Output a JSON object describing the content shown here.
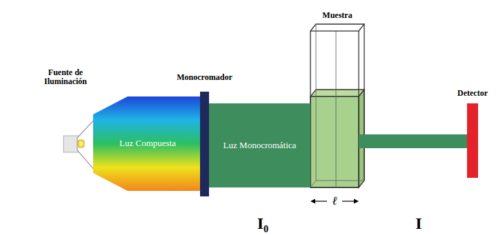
{
  "diagram": {
    "nodes": [
      {
        "text": [
          "Fuente de Iluminación"
        ]
      },
      {
        "text": [
          "Luz Compuesta"
        ]
      },
      {
        "text": [
          "Monocromador"
        ]
      },
      {
        "text": [
          "Luz Monocromática"
        ]
      },
      {
        "text": [
          "Muestra"
        ]
      },
      {
        "text": [
          "Detector"
        ]
      }
    ],
    "edges": [
      {
        "from": 4,
        "to": 5,
        "arrow": "none"
      }
    ],
    "labels": [
      "ℓ",
      "I₀",
      "I"
    ]
  }
}
